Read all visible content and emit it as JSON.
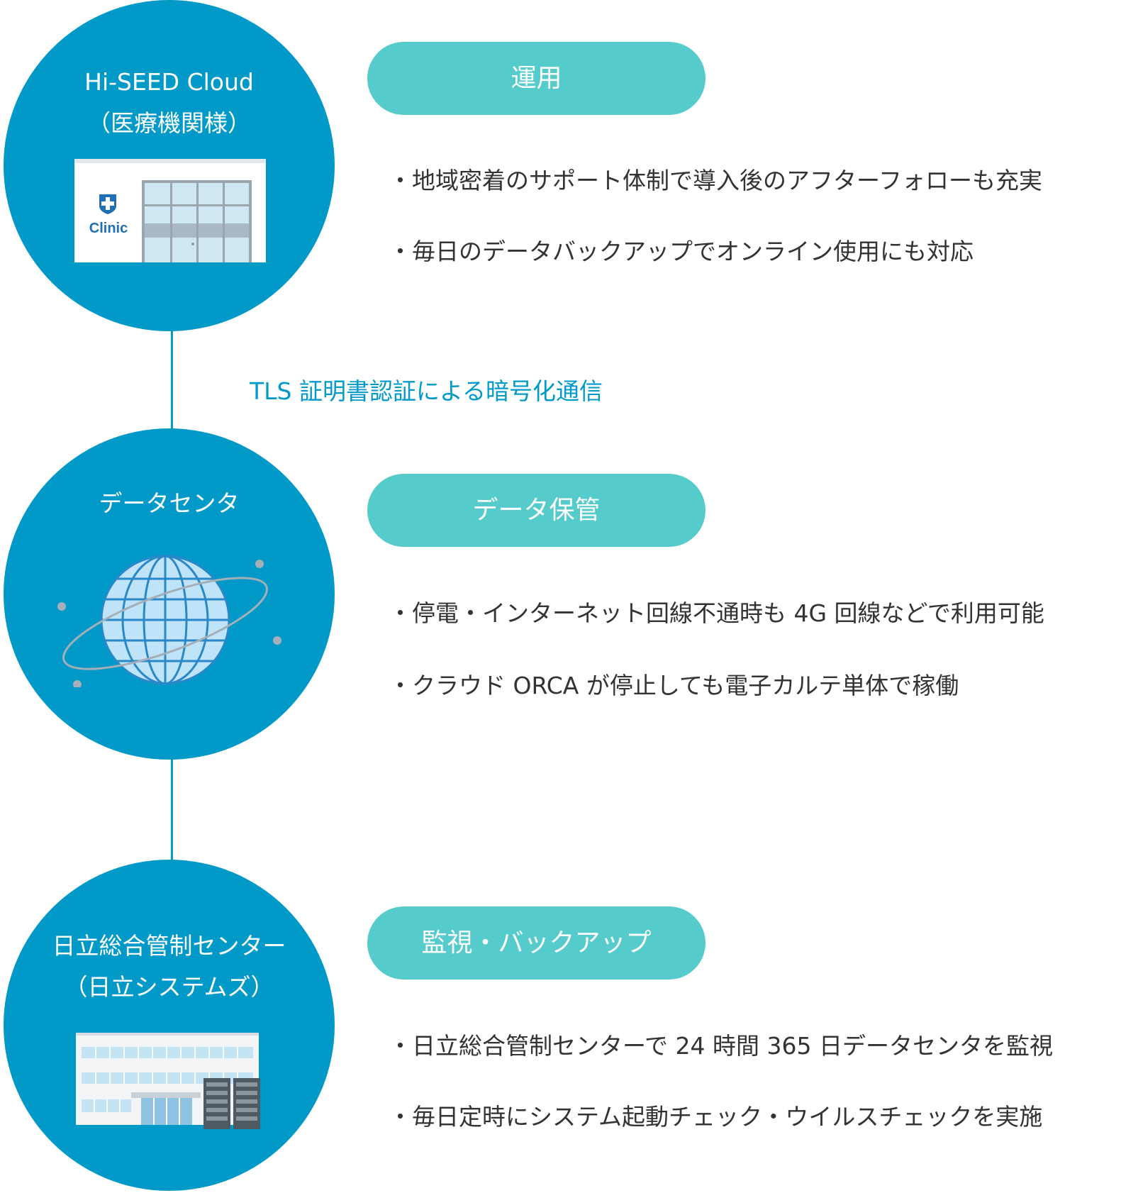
{
  "colors": {
    "circle": "#0099c8",
    "pill": "#56cbcb",
    "text": "#333333",
    "link_text": "#0099c8"
  },
  "nodes": [
    {
      "label_line1": "Hi-SEED Cloud",
      "label_line2": "（医療機関様）",
      "icon": "clinic-building-icon",
      "sign_text": "Clinic"
    },
    {
      "label_line1": "データセンタ",
      "icon": "globe-orbit-icon"
    },
    {
      "label_line1": "日立総合管制センター",
      "label_line2": "（日立システムズ）",
      "icon": "office-building-server-icon"
    }
  ],
  "link_label": "TLS 証明書認証による暗号化通信",
  "sections": [
    {
      "title": "運用",
      "bullets": [
        "・地域密着のサポート体制で導入後のアフターフォローも充実",
        "・毎日のデータバックアップでオンライン使用にも対応"
      ]
    },
    {
      "title": "データ保管",
      "bullets": [
        "・停電・インターネット回線不通時も 4G 回線などで利用可能",
        "・クラウド ORCA が停止しても電子カルテ単体で稼働"
      ]
    },
    {
      "title": "監視・バックアップ",
      "bullets": [
        "・日立総合管制センターで 24 時間 365 日データセンタを監視",
        "・毎日定時にシステム起動チェック・ウイルスチェックを実施"
      ]
    }
  ]
}
